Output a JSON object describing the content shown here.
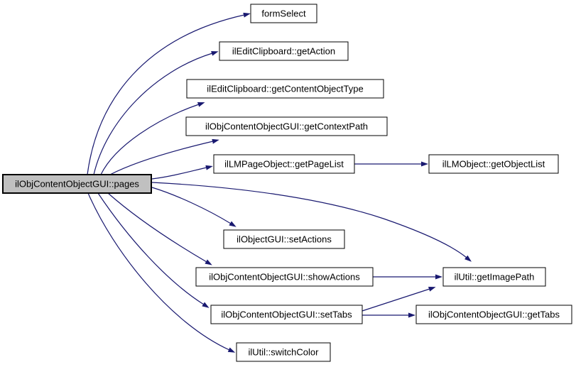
{
  "diagram": {
    "type": "doxygen-call-graph",
    "description": "Call graph for ilObjContentObjectGUI::pages",
    "colors": {
      "background": "#ffffff",
      "edge": "#191970",
      "node_border": "#000000",
      "node_fill": "#ffffff",
      "highlight_fill": "#c0c0c0",
      "text": "#000000"
    },
    "nodes": [
      {
        "id": "pages",
        "label": "ilObjContentObjectGUI::pages",
        "highlighted": true
      },
      {
        "id": "formSelect",
        "label": "formSelect",
        "highlighted": false
      },
      {
        "id": "getAction",
        "label": "ilEditClipboard::getAction",
        "highlighted": false
      },
      {
        "id": "getContentObjectType",
        "label": "ilEditClipboard::getContentObjectType",
        "highlighted": false
      },
      {
        "id": "getContextPath",
        "label": "ilObjContentObjectGUI::getContextPath",
        "highlighted": false
      },
      {
        "id": "getPageList",
        "label": "ilLMPageObject::getPageList",
        "highlighted": false
      },
      {
        "id": "getObjectList",
        "label": "ilLMObject::getObjectList",
        "highlighted": false
      },
      {
        "id": "setActions",
        "label": "ilObjectGUI::setActions",
        "highlighted": false
      },
      {
        "id": "showActions",
        "label": "ilObjContentObjectGUI::showActions",
        "highlighted": false
      },
      {
        "id": "getImagePath",
        "label": "ilUtil::getImagePath",
        "highlighted": false
      },
      {
        "id": "setTabs",
        "label": "ilObjContentObjectGUI::setTabs",
        "highlighted": false
      },
      {
        "id": "getTabs",
        "label": "ilObjContentObjectGUI::getTabs",
        "highlighted": false
      },
      {
        "id": "switchColor",
        "label": "ilUtil::switchColor",
        "highlighted": false
      }
    ],
    "edges": [
      {
        "from": "ilObjContentObjectGUI::pages",
        "to": "formSelect"
      },
      {
        "from": "ilObjContentObjectGUI::pages",
        "to": "ilEditClipboard::getAction"
      },
      {
        "from": "ilObjContentObjectGUI::pages",
        "to": "ilEditClipboard::getContentObjectType"
      },
      {
        "from": "ilObjContentObjectGUI::pages",
        "to": "ilObjContentObjectGUI::getContextPath"
      },
      {
        "from": "ilObjContentObjectGUI::pages",
        "to": "ilLMPageObject::getPageList"
      },
      {
        "from": "ilObjContentObjectGUI::pages",
        "to": "ilObjectGUI::setActions"
      },
      {
        "from": "ilObjContentObjectGUI::pages",
        "to": "ilObjContentObjectGUI::showActions"
      },
      {
        "from": "ilObjContentObjectGUI::pages",
        "to": "ilObjContentObjectGUI::setTabs"
      },
      {
        "from": "ilObjContentObjectGUI::pages",
        "to": "ilUtil::switchColor"
      },
      {
        "from": "ilObjContentObjectGUI::pages",
        "to": "ilUtil::getImagePath"
      },
      {
        "from": "ilLMPageObject::getPageList",
        "to": "ilLMObject::getObjectList"
      },
      {
        "from": "ilObjContentObjectGUI::showActions",
        "to": "ilUtil::getImagePath"
      },
      {
        "from": "ilObjContentObjectGUI::setTabs",
        "to": "ilUtil::getImagePath"
      },
      {
        "from": "ilObjContentObjectGUI::setTabs",
        "to": "ilObjContentObjectGUI::getTabs"
      }
    ]
  }
}
